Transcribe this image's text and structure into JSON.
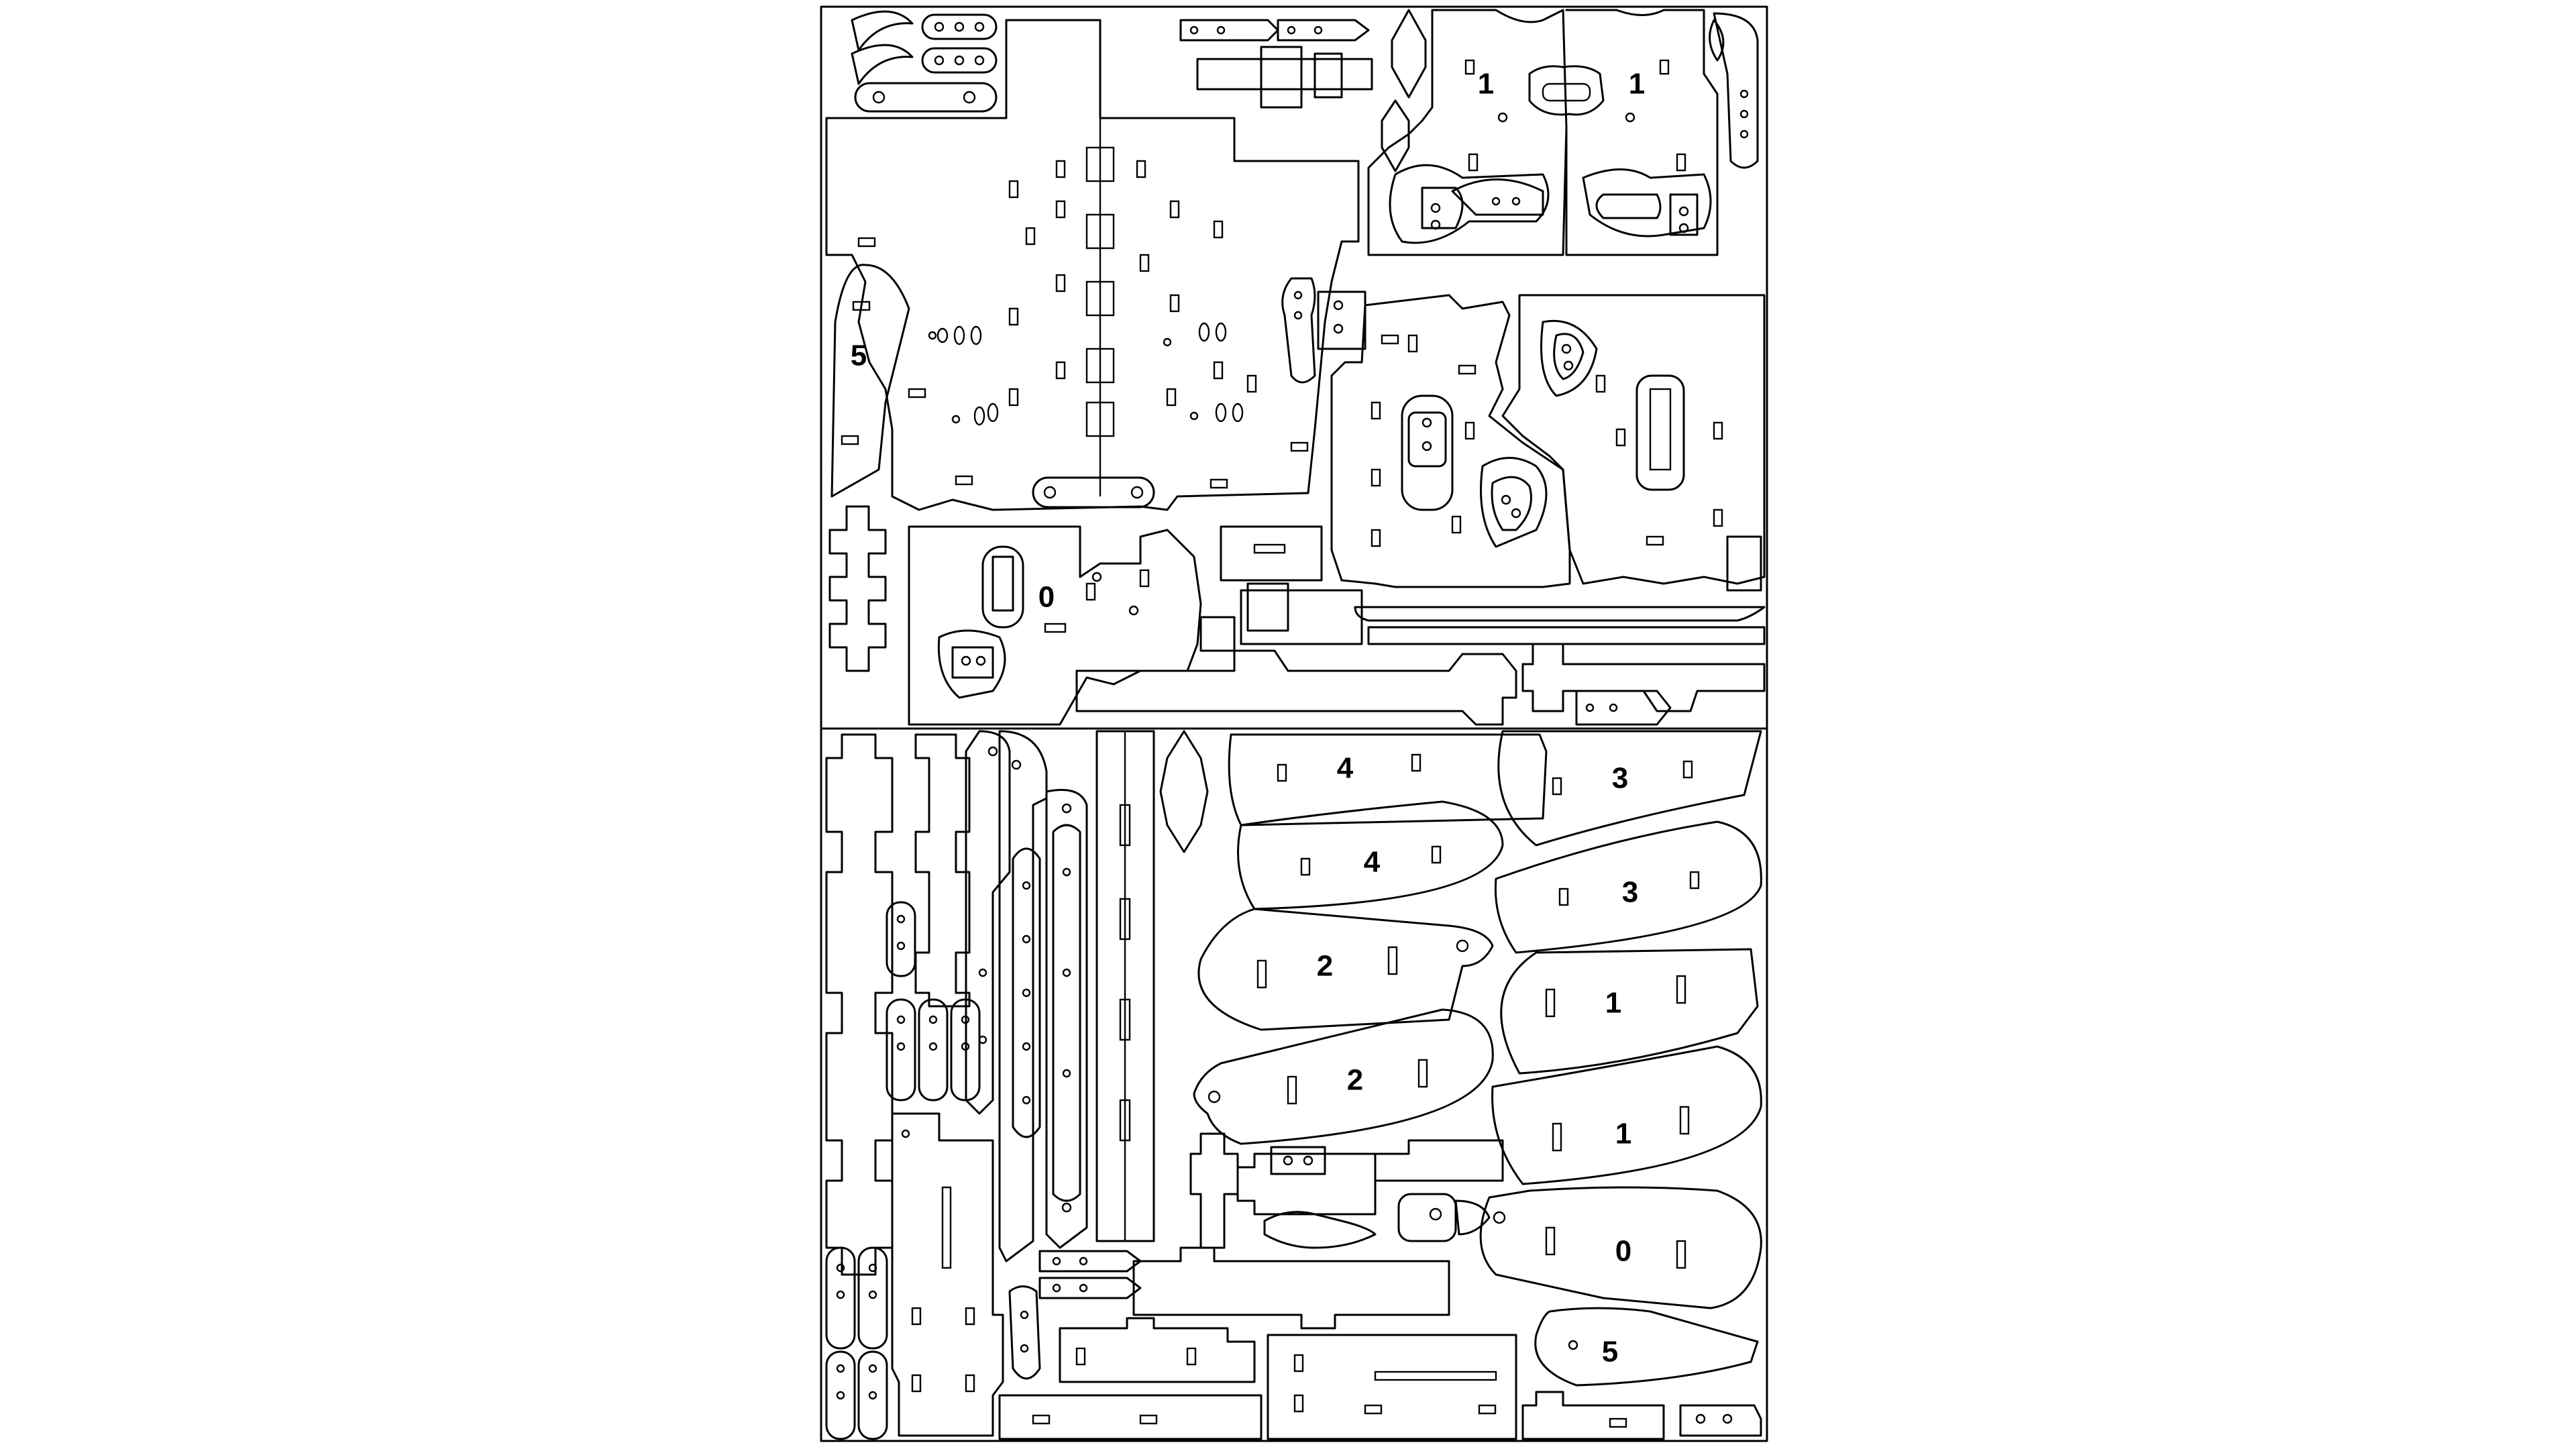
{
  "sheet": {
    "stroke_color": "#000000",
    "background": "#ffffff"
  },
  "labels": {
    "top_right_left_wing_1": "1",
    "top_right_right_wing_1": "1",
    "left_tab_5": "5",
    "mid_left_0": "0",
    "paddle_4_a": "4",
    "paddle_4_b": "4",
    "paddle_3_a": "3",
    "paddle_3_b": "3",
    "paddle_2_a": "2",
    "paddle_2_b": "2",
    "paddle_1_a": "1",
    "paddle_1_b": "1",
    "paddle_0": "0",
    "paddle_5": "5"
  }
}
